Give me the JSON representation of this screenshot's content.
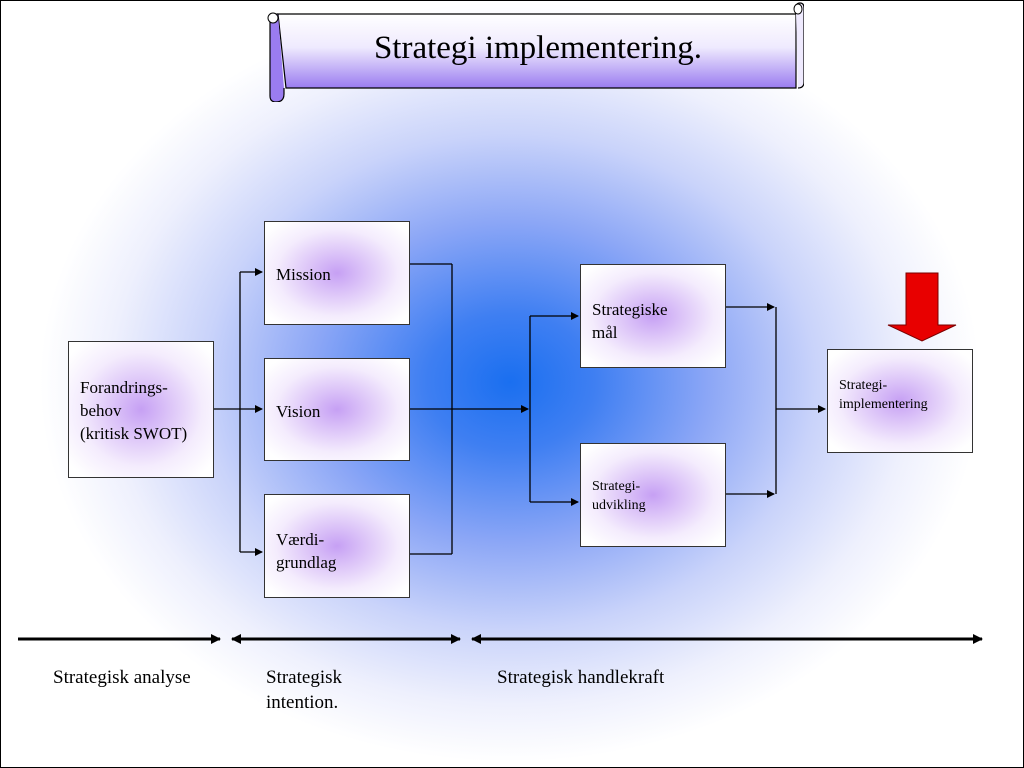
{
  "title": "Strategi implementering.",
  "boxes": {
    "forandrings": "Forandrings-\nbehov\n(kritisk SWOT)",
    "mission": "Mission",
    "vision": "Vision",
    "vaerdi": "Værdi-\ngrundlag",
    "strategiske_maal": "Strategiske\nmål",
    "strategi_udvikling": "Strategi-\nudvikling",
    "strategi_implementering": "Strategi-\nimplementering"
  },
  "stages": {
    "analyse": "Strategisk analyse",
    "intention": "Strategisk\nintention.",
    "handlekraft": "Strategisk handlekraft"
  },
  "colors": {
    "accent_arrow": "#e80000",
    "scroll_fill": "#efeafe",
    "scroll_shade": "#9a7cf0",
    "box_glow": "#c6a0f4"
  }
}
